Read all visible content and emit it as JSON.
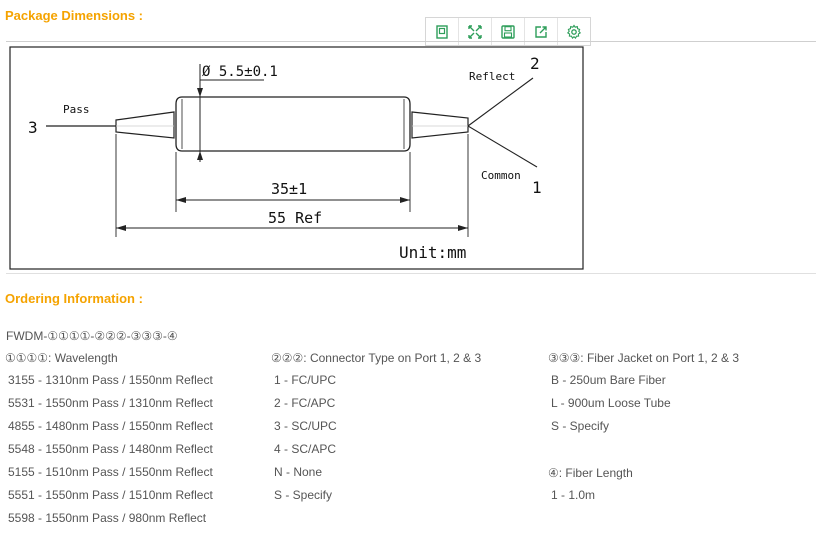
{
  "package": {
    "title": "Package Dimensions :"
  },
  "toolbar": {
    "buttons": [
      {
        "name": "restore",
        "icon": "restore-icon"
      },
      {
        "name": "fullscreen",
        "icon": "expand-icon"
      },
      {
        "name": "save",
        "icon": "save-icon"
      },
      {
        "name": "share",
        "icon": "share-icon"
      },
      {
        "name": "settings",
        "icon": "gear-icon"
      }
    ],
    "accent": "#2e9e5a"
  },
  "drawing": {
    "diameter_label": "Ø 5.5±0.1",
    "port1_number": "1",
    "port2_number": "2",
    "port3_number": "3",
    "pass_label": "Pass",
    "reflect_label": "Reflect",
    "common_label": "Common",
    "body_length": "35±1",
    "total_length": "55 Ref",
    "unit_label": "Unit:mm"
  },
  "ordering": {
    "title": "Ordering Information :",
    "code": "FWDM-①①①①-②②②-③③③-④",
    "wavelength": {
      "header": "①①①①: Wavelength",
      "items": [
        "3155 - 1310nm Pass / 1550nm Reflect",
        "5531 - 1550nm Pass / 1310nm Reflect",
        "4855 - 1480nm Pass / 1550nm Reflect",
        "5548 - 1550nm Pass / 1480nm Reflect",
        "5155 - 1510nm Pass / 1550nm Reflect",
        "5551 - 1550nm Pass / 1510nm Reflect",
        "5598 - 1550nm Pass / 980nm Reflect"
      ]
    },
    "connector": {
      "header": "②②②: Connector Type on Port 1, 2 & 3",
      "items": [
        "1 - FC/UPC",
        "2 - FC/APC",
        "3 - SC/UPC",
        "4 - SC/APC",
        "N - None",
        "S - Specify"
      ]
    },
    "jacket": {
      "header": "③③③: Fiber Jacket on Port 1, 2 & 3",
      "items": [
        "B - 250um Bare Fiber",
        "L - 900um Loose Tube",
        "S - Specify"
      ]
    },
    "length": {
      "header": "④: Fiber Length",
      "items": [
        "1 - 1.0m"
      ]
    }
  },
  "colors": {
    "title": "#f5a300",
    "text": "#555555"
  }
}
